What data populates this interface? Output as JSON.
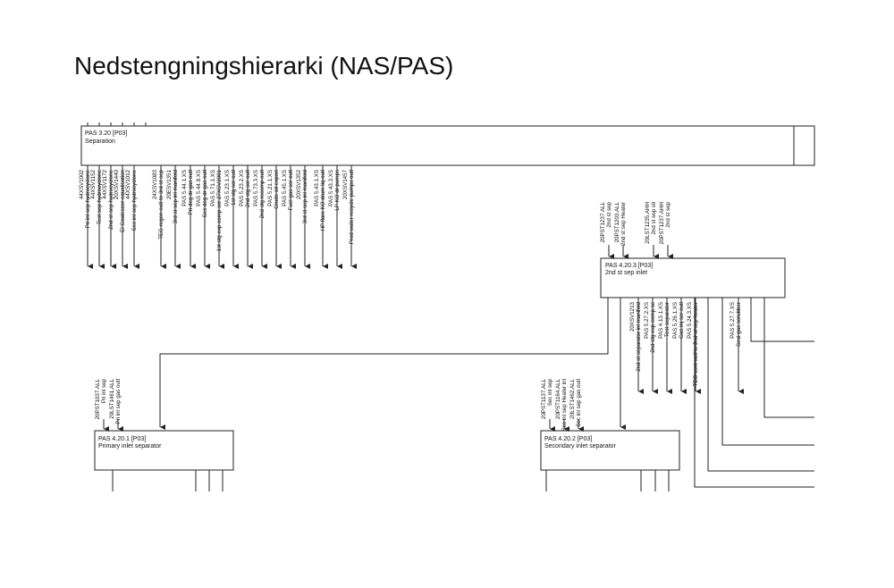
{
  "slide_title": "Nedstengningshierarki (NAS/PAS)",
  "nodes": [
    {
      "id": "pas320",
      "title": "PAS 3.20 [P03]",
      "subtitle": "Separation"
    },
    {
      "id": "pas4203",
      "title": "PAS 4.20.3 [P03]",
      "subtitle": "2nd st sep inlet"
    },
    {
      "id": "pas4201",
      "title": "PAS 4.20.1 [P03]",
      "subtitle": "Primary inlet separator"
    },
    {
      "id": "pas4202",
      "title": "PAS 4.20.2 [P03]",
      "subtitle": "Secondary inlet separator"
    }
  ],
  "signals": {
    "pas320_out": [
      [
        "44XSV1002",
        "Pri inl sep hydrocyclone"
      ],
      [
        "44XSV1152",
        "Test sep hydrocyclone"
      ],
      [
        "44XSV1172",
        "2nd st sep hydrocyclone"
      ],
      [
        "20XSV1440",
        "El Coalescer equalisation"
      ],
      [
        "44XSV1012",
        "Sec inl sep hydrocyclone"
      ],
      [
        "24XSV1083",
        "TEG regen outl to 3rd st sep"
      ],
      [
        "20ESV1351",
        "3rd st sep inl manifold"
      ],
      [
        "PAS 5.44.1.XS",
        "Pri deg dr gas outl"
      ],
      [
        "PAS 5.44.8.XS",
        "Sec deg dr gas outl"
      ],
      [
        "PAS 5.71.1.XS",
        "1st stg exp comp scr 27XSV2001"
      ],
      [
        "PAS 5.23.1.XS",
        "1st stg scr outl"
      ],
      [
        "PAS 5.23.2.XS",
        "2nd stg scr outl"
      ],
      [
        "PAS 5.73.3.XS",
        "2nd stg recomp outl"
      ],
      [
        "PAS 5.21.1.XS",
        "Crude oil export"
      ],
      [
        "PAS 5.45.1.XS",
        "Fuel gas scr outl"
      ],
      [
        "20XSV1352",
        "3rd st sep inl manifold"
      ],
      [
        "PAS 5.43.1.XS",
        "HP flare KO drum liq outl"
      ],
      [
        "PAS 5.43.3.XS",
        "LP KO dr pumps"
      ],
      [
        "20XSV1457",
        "Prod water recycle pumps outl"
      ]
    ],
    "pas4203_in": [
      [
        "20PST1237.ALL",
        "2nd st sep"
      ],
      [
        "20PST1203.ALL",
        "2nd st sep Heater"
      ],
      [
        "20LST1235.AHH",
        "2nd st sep oil"
      ],
      [
        "20PST1237.AHH",
        "2nd st sep"
      ]
    ],
    "pas4203_out": [
      [
        "20XSV1213",
        "2nd st separator inl manifold"
      ],
      [
        "PAS 5.27.2.XS",
        "2nd stg exp comp sc"
      ],
      [
        "PAS 4.13.1.XS",
        "Test separator"
      ],
      [
        "PAS 5.26.1.XS",
        "Gas inj scr outl"
      ],
      [
        "PAS 5.24.3.XS",
        "TEG cont outl to 2nd st sep heater"
      ],
      [
        "PAS 5.27.7.XS",
        "Seal gas scrubber"
      ]
    ],
    "pas4201_in": [
      [
        "20PST1037.ALL",
        "Pri inl sep"
      ],
      [
        "20LST1461.ALL",
        "Pri inl sep gas outl"
      ]
    ],
    "pas4202_in": [
      [
        "20PST1137.ALL",
        "Sec inl sep"
      ],
      [
        "20PST1164.ALL",
        "Sec inl sep Heater inl"
      ],
      [
        "20LST1462.ALL",
        "Sec inl sep gas outl"
      ]
    ]
  }
}
